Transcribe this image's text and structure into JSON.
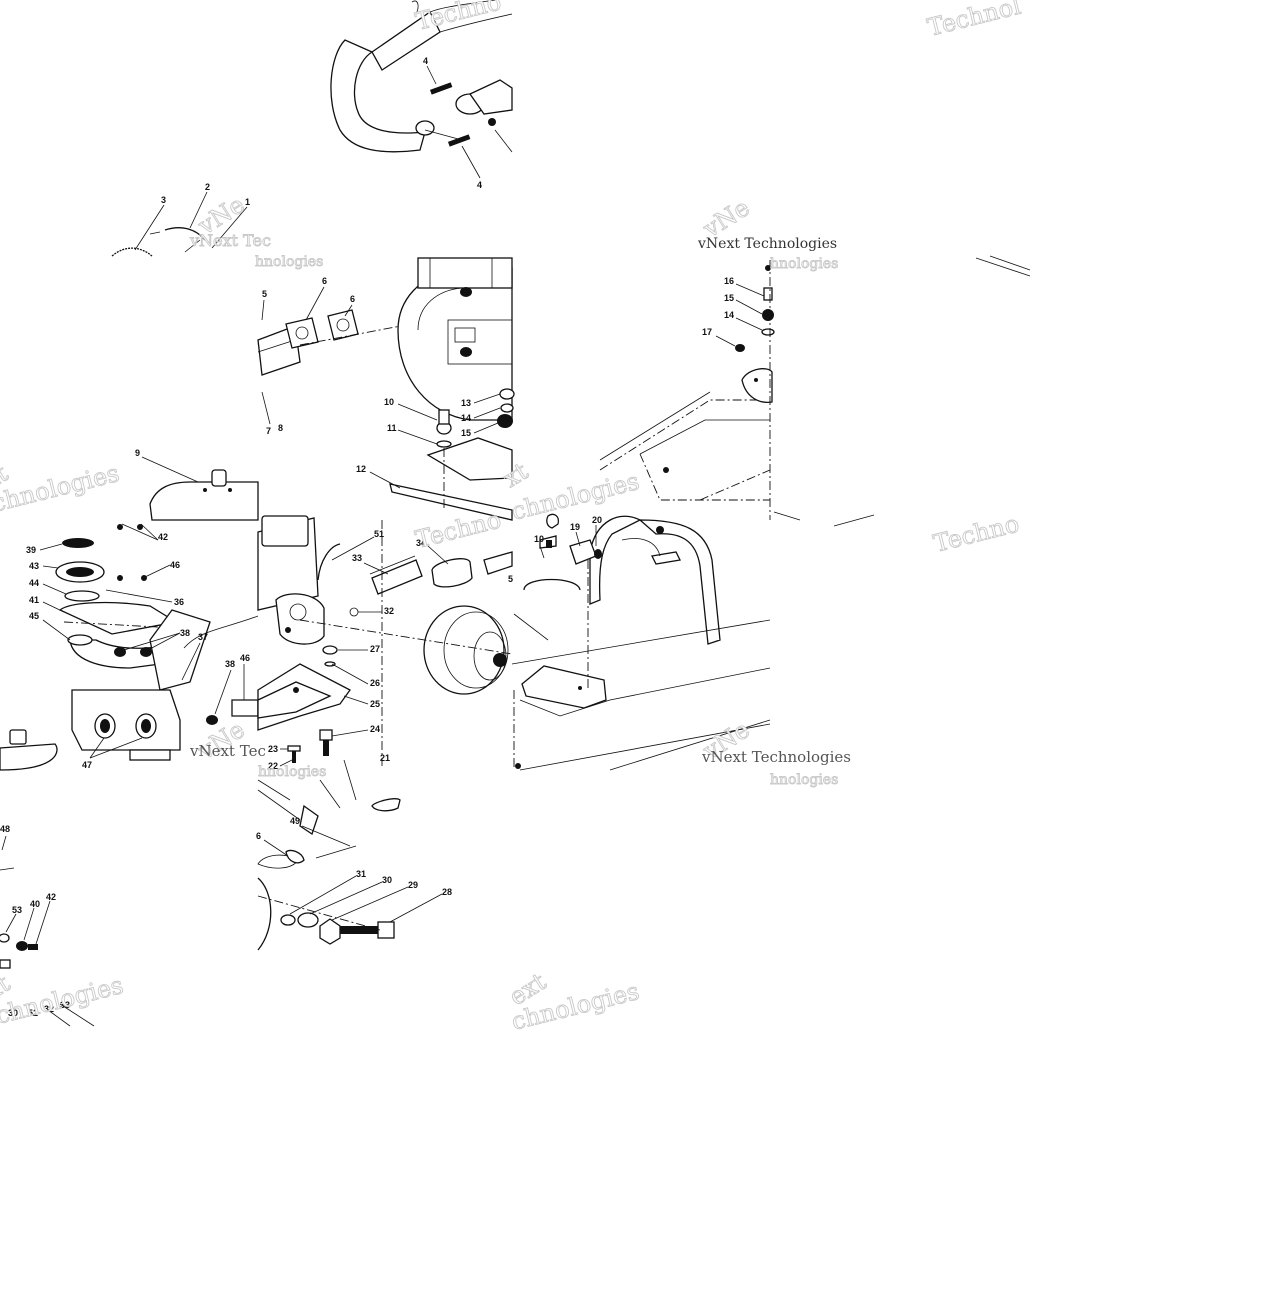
{
  "diagram": {
    "watermark": "vNext Technologies",
    "watermark_fragments": {
      "techno": "Techno",
      "technol": "Technol",
      "vnext_tec": "vNext Tec",
      "hnologies": "hnologies",
      "chnologies": "chnologies",
      "ext": "ext",
      "vne": "vNe",
      "xt": "xt"
    },
    "callouts": {
      "c1": "1",
      "c2": "2",
      "c3": "3",
      "c4a": "4",
      "c4b": "4",
      "c5a": "5",
      "c5b": "5",
      "c6a": "6",
      "c6b": "6",
      "c6c": "6",
      "c7": "7",
      "c8": "8",
      "c9": "9",
      "c10a": "10",
      "c10b": "10",
      "c11": "11",
      "c12": "12",
      "c13": "13",
      "c14a": "14",
      "c14b": "14",
      "c15a": "15",
      "c15b": "15",
      "c16": "16",
      "c17": "17",
      "c19": "19",
      "c20": "20",
      "c21": "21",
      "c22": "22",
      "c23": "23",
      "c24": "24",
      "c25": "25",
      "c26": "26",
      "c27": "27",
      "c28": "28",
      "c29": "29",
      "c30a": "30",
      "c30b": "30",
      "c31": "31",
      "c32a": "32",
      "c32b": "32",
      "c33a": "33",
      "c33b": "33",
      "c34": "34",
      "c36": "36",
      "c37": "37",
      "c38a": "38",
      "c38b": "38",
      "c39": "39",
      "c40": "40",
      "c41": "41",
      "c42a": "42",
      "c42b": "42",
      "c43": "43",
      "c44": "44",
      "c45": "45",
      "c46a": "46",
      "c46b": "46",
      "c47": "47",
      "c48": "48",
      "c49": "49",
      "c51": "51",
      "c52": "52",
      "c53": "53"
    }
  }
}
